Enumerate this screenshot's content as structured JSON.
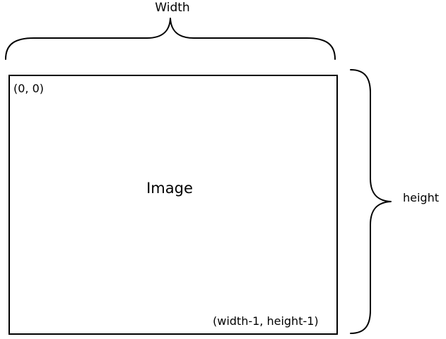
{
  "diagram": {
    "width_label": "Width",
    "height_label": "height",
    "image_label": "Image",
    "origin_label": "(0, 0)",
    "corner_label": "(width-1, height-1)"
  },
  "colors": {
    "stroke": "#000000",
    "background": "#ffffff"
  }
}
